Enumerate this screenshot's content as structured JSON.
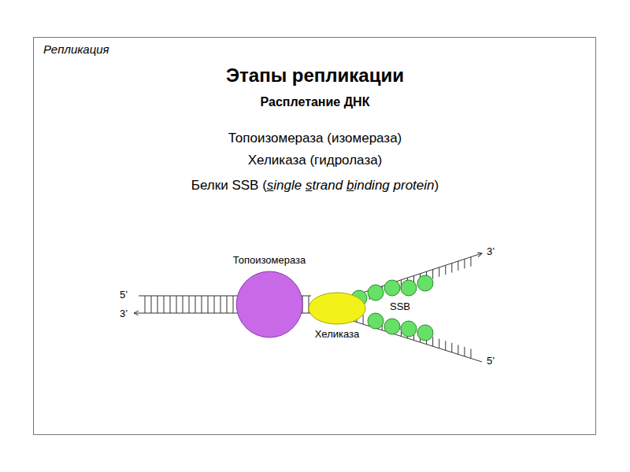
{
  "diagram": {
    "title": "Этапы репликации",
    "nodes": [
      {
        "text": [
          "Топоизомераза"
        ]
      },
      {
        "text": [
          "Хеликаза"
        ]
      }
    ],
    "edges": [],
    "labels": [
      "Репликация",
      "Расплетание ДНК",
      "Топоизомераза (изомераза)",
      "Хеликаза (гидролаза)",
      "Белки SSB (single strand binding protein)",
      "SSB",
      "3’",
      "5’",
      "5’",
      "3’"
    ]
  }
}
